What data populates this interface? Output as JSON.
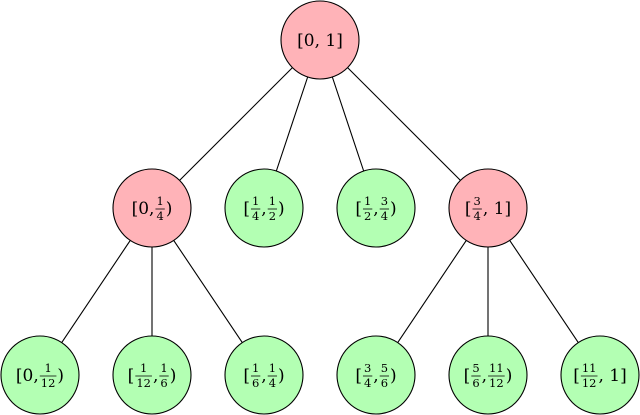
{
  "colors": {
    "internal": "#ffb3b8",
    "leaf": "#b3ffb3",
    "stroke": "#000000"
  },
  "nodes": [
    {
      "id": "root",
      "kind": "internal",
      "label": [
        [
          "t",
          "[0, 1]"
        ]
      ]
    },
    {
      "id": "n-0-14",
      "kind": "internal",
      "label": [
        [
          "t",
          "[0, "
        ],
        [
          "f",
          "1",
          "4"
        ],
        [
          "t",
          ")"
        ]
      ]
    },
    {
      "id": "n-14-12",
      "kind": "leaf",
      "label": [
        [
          "t",
          "["
        ],
        [
          "f",
          "1",
          "4"
        ],
        [
          "t",
          ", "
        ],
        [
          "f",
          "1",
          "2"
        ],
        [
          "t",
          ")"
        ]
      ]
    },
    {
      "id": "n-12-34",
      "kind": "leaf",
      "label": [
        [
          "t",
          "["
        ],
        [
          "f",
          "1",
          "2"
        ],
        [
          "t",
          ", "
        ],
        [
          "f",
          "3",
          "4"
        ],
        [
          "t",
          ")"
        ]
      ]
    },
    {
      "id": "n-34-1",
      "kind": "internal",
      "label": [
        [
          "t",
          "["
        ],
        [
          "f",
          "3",
          "4"
        ],
        [
          "t",
          ", 1]"
        ]
      ]
    },
    {
      "id": "n-0-112",
      "kind": "leaf",
      "label": [
        [
          "t",
          "[0, "
        ],
        [
          "f",
          "1",
          "12"
        ],
        [
          "t",
          ")"
        ]
      ]
    },
    {
      "id": "n-112-16",
      "kind": "leaf",
      "label": [
        [
          "t",
          "["
        ],
        [
          "f",
          "1",
          "12"
        ],
        [
          "t",
          ", "
        ],
        [
          "f",
          "1",
          "6"
        ],
        [
          "t",
          ")"
        ]
      ]
    },
    {
      "id": "n-16-14",
      "kind": "leaf",
      "label": [
        [
          "t",
          "["
        ],
        [
          "f",
          "1",
          "6"
        ],
        [
          "t",
          ", "
        ],
        [
          "f",
          "1",
          "4"
        ],
        [
          "t",
          ")"
        ]
      ]
    },
    {
      "id": "n-34-56",
      "kind": "leaf",
      "label": [
        [
          "t",
          "["
        ],
        [
          "f",
          "3",
          "4"
        ],
        [
          "t",
          ", "
        ],
        [
          "f",
          "5",
          "6"
        ],
        [
          "t",
          ")"
        ]
      ]
    },
    {
      "id": "n-56-1112",
      "kind": "leaf",
      "label": [
        [
          "t",
          "["
        ],
        [
          "f",
          "5",
          "6"
        ],
        [
          "t",
          ", "
        ],
        [
          "f",
          "11",
          "12"
        ],
        [
          "t",
          ")"
        ]
      ]
    },
    {
      "id": "n-1112-1",
      "kind": "leaf",
      "label": [
        [
          "t",
          "["
        ],
        [
          "f",
          "11",
          "12"
        ],
        [
          "t",
          ", 1]"
        ]
      ]
    }
  ],
  "edges": [
    [
      "root",
      "n-0-14"
    ],
    [
      "root",
      "n-14-12"
    ],
    [
      "root",
      "n-12-34"
    ],
    [
      "root",
      "n-34-1"
    ],
    [
      "n-0-14",
      "n-0-112"
    ],
    [
      "n-0-14",
      "n-112-16"
    ],
    [
      "n-0-14",
      "n-16-14"
    ],
    [
      "n-34-1",
      "n-34-56"
    ],
    [
      "n-34-1",
      "n-56-1112"
    ],
    [
      "n-34-1",
      "n-1112-1"
    ]
  ]
}
